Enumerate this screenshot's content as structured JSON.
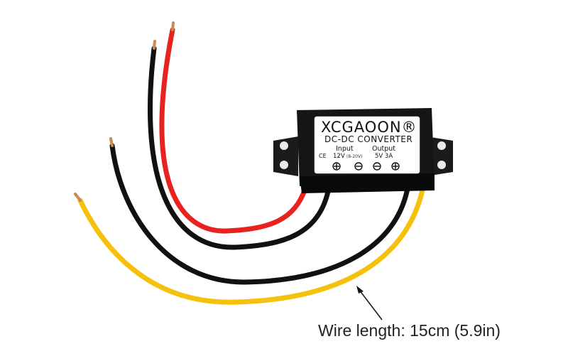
{
  "module": {
    "brand": "XCGAOON®",
    "title": "DC-DC CONVERTER",
    "ce_mark": "CE",
    "input_label": "Input",
    "input_voltage": "12V",
    "input_range": "(8-20V)",
    "output_label": "Output",
    "output_spec": "5V 3A",
    "terminals": [
      "⊕",
      "⊖",
      "⊖",
      "⊕"
    ]
  },
  "annotation": {
    "text": "Wire length: 15cm (5.9in)"
  },
  "colors": {
    "red_wire": "#e8231f",
    "black_wire": "#111111",
    "yellow_wire": "#f5c10a",
    "case": "#151515",
    "label_bg": "#ffffff"
  }
}
